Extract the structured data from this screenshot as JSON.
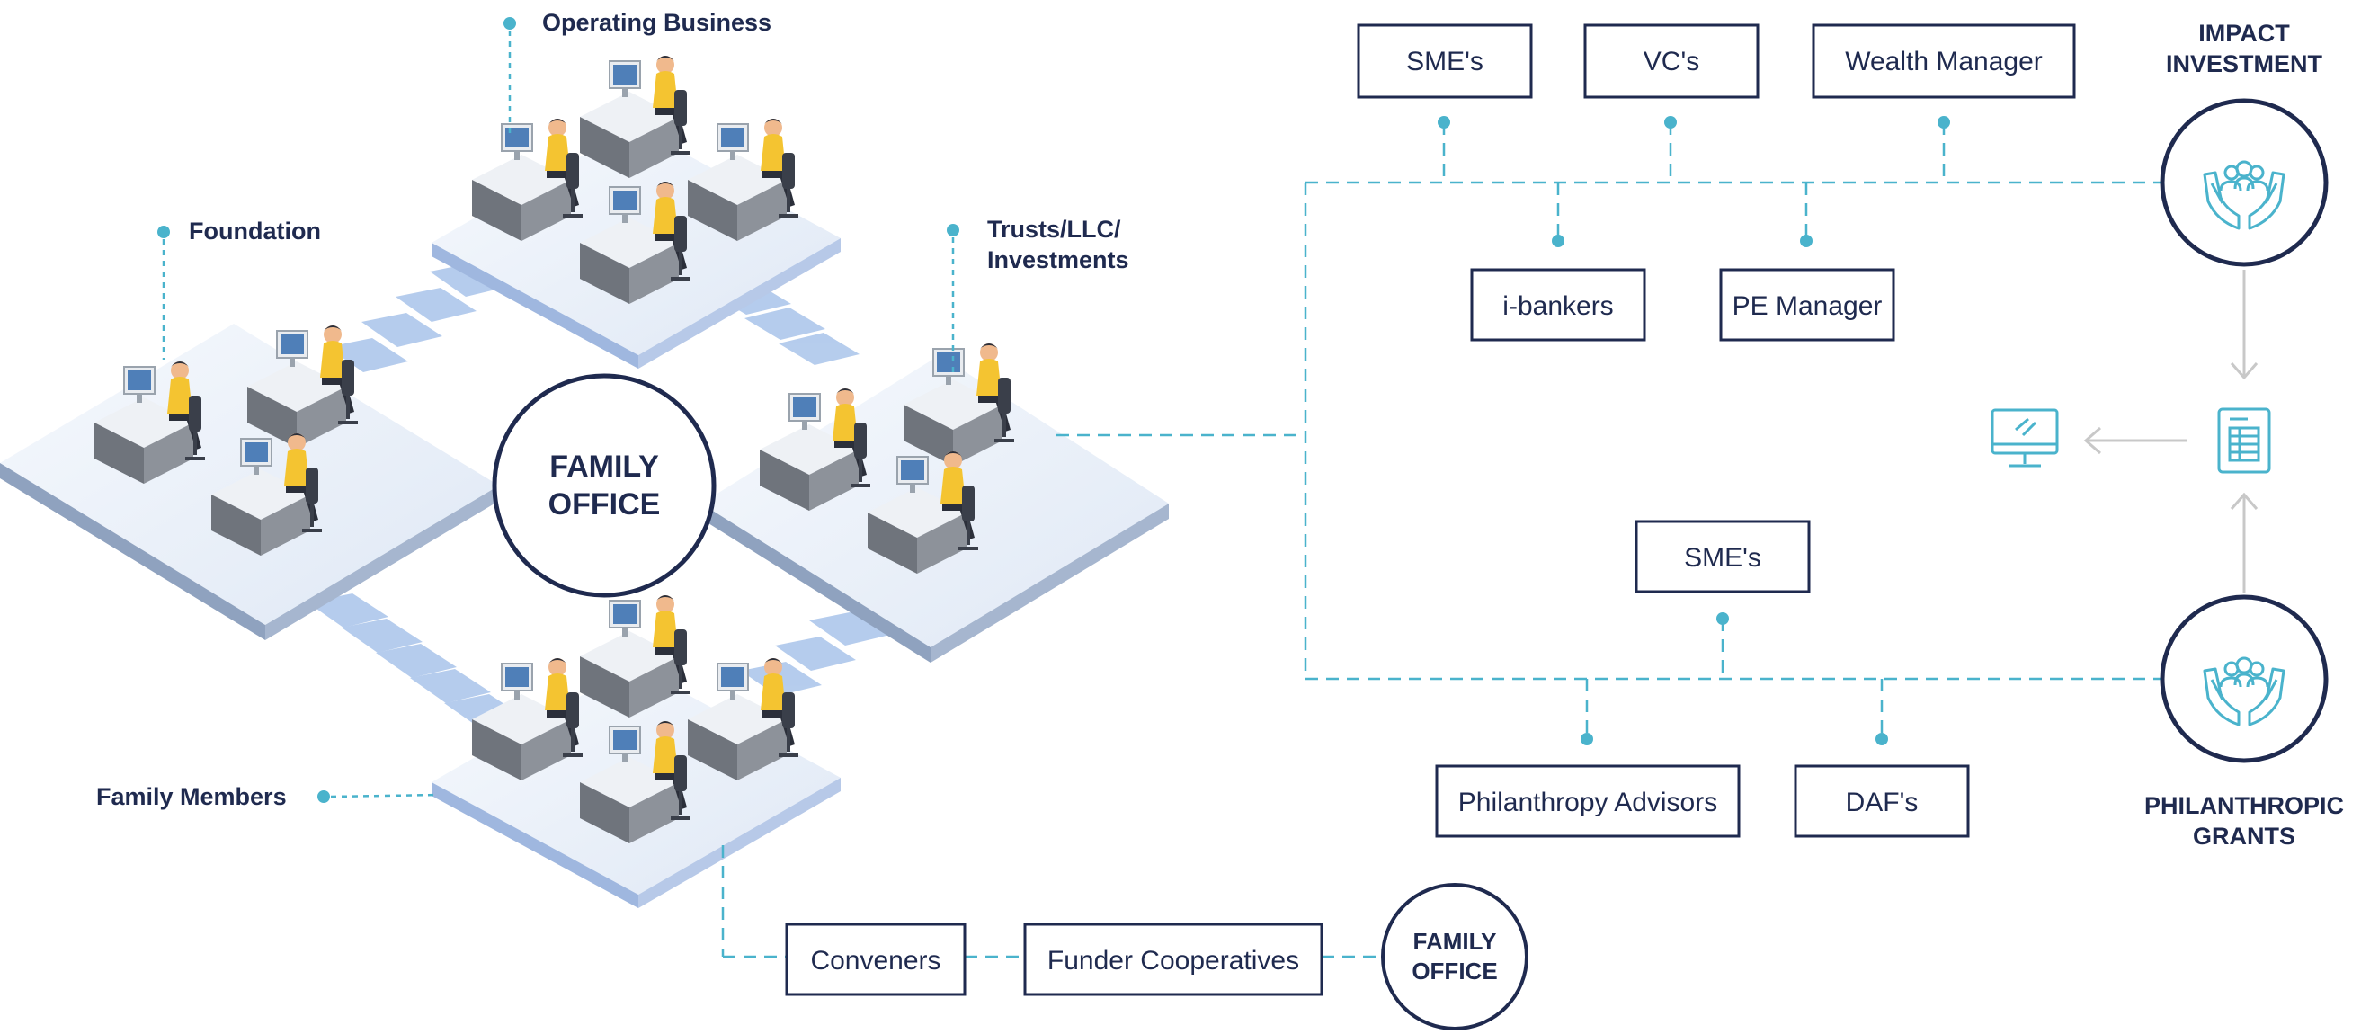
{
  "office": {
    "center_line1": "FAMILY",
    "center_line2": "OFFICE",
    "callouts": {
      "operating_business": "Operating Business",
      "foundation": "Foundation",
      "trusts_line1": "Trusts/LLC/",
      "trusts_line2": "Investments",
      "family_members": "Family Members"
    }
  },
  "investment": {
    "top_boxes": [
      "SME's",
      "VC's",
      "Wealth Manager"
    ],
    "mid_boxes": [
      "i-bankers",
      "PE Manager"
    ],
    "title_line1": "IMPACT",
    "title_line2": "INVESTMENT"
  },
  "philanthropy": {
    "top_box": "SME's",
    "bottom_boxes": [
      "Philanthropy Advisors",
      "DAF's"
    ],
    "title_line1": "PHILANTHROPIC",
    "title_line2": "GRANTS"
  },
  "bottom_chain": {
    "boxes": [
      "Conveners",
      "Funder Cooperatives"
    ],
    "circle_line1": "FAMILY",
    "circle_line2": "OFFICE"
  },
  "colors": {
    "navy": "#1f2a4f",
    "teal": "#4ab3cc",
    "platform": "#e8eef8",
    "step": "#a9c4ea",
    "arrow_gray": "#c8c8c8"
  },
  "icons": [
    "hands-people-icon",
    "monitor-icon",
    "spreadsheet-icon",
    "desk-worker-icon"
  ]
}
